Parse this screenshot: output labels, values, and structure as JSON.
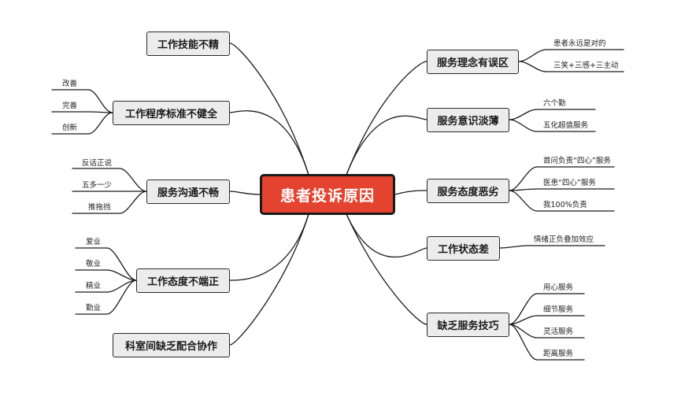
{
  "center": "患者投诉原因",
  "left_branches": [
    {
      "label": "工作技能不精",
      "children": []
    },
    {
      "label": "工作程序标准不健全",
      "children": [
        "改善",
        "完善",
        "创新"
      ]
    },
    {
      "label": "服务沟通不畅",
      "children": [
        "反话正说",
        "五多一少",
        "推拖挡"
      ]
    },
    {
      "label": "工作态度不端正",
      "children": [
        "爱业",
        "敬业",
        "精业",
        "勤业"
      ]
    },
    {
      "label": "科室间缺乏配合协作",
      "children": []
    }
  ],
  "right_branches": [
    {
      "label": "服务理念有误区",
      "children": [
        "患者永远是对的",
        "三笑+三感+三主动"
      ]
    },
    {
      "label": "服务意识淡薄",
      "children": [
        "六个勤",
        "五化超值服务"
      ]
    },
    {
      "label": "服务态度恶劣",
      "children": [
        "首问负责“四心”服务",
        "医患“四心”服务",
        "我100%负责"
      ]
    },
    {
      "label": "工作状态差",
      "children": [
        "情绪正负叠加效应"
      ]
    },
    {
      "label": "缺乏服务技巧",
      "children": [
        "用心服务",
        "细节服务",
        "灵活服务",
        "距离服务"
      ]
    }
  ]
}
